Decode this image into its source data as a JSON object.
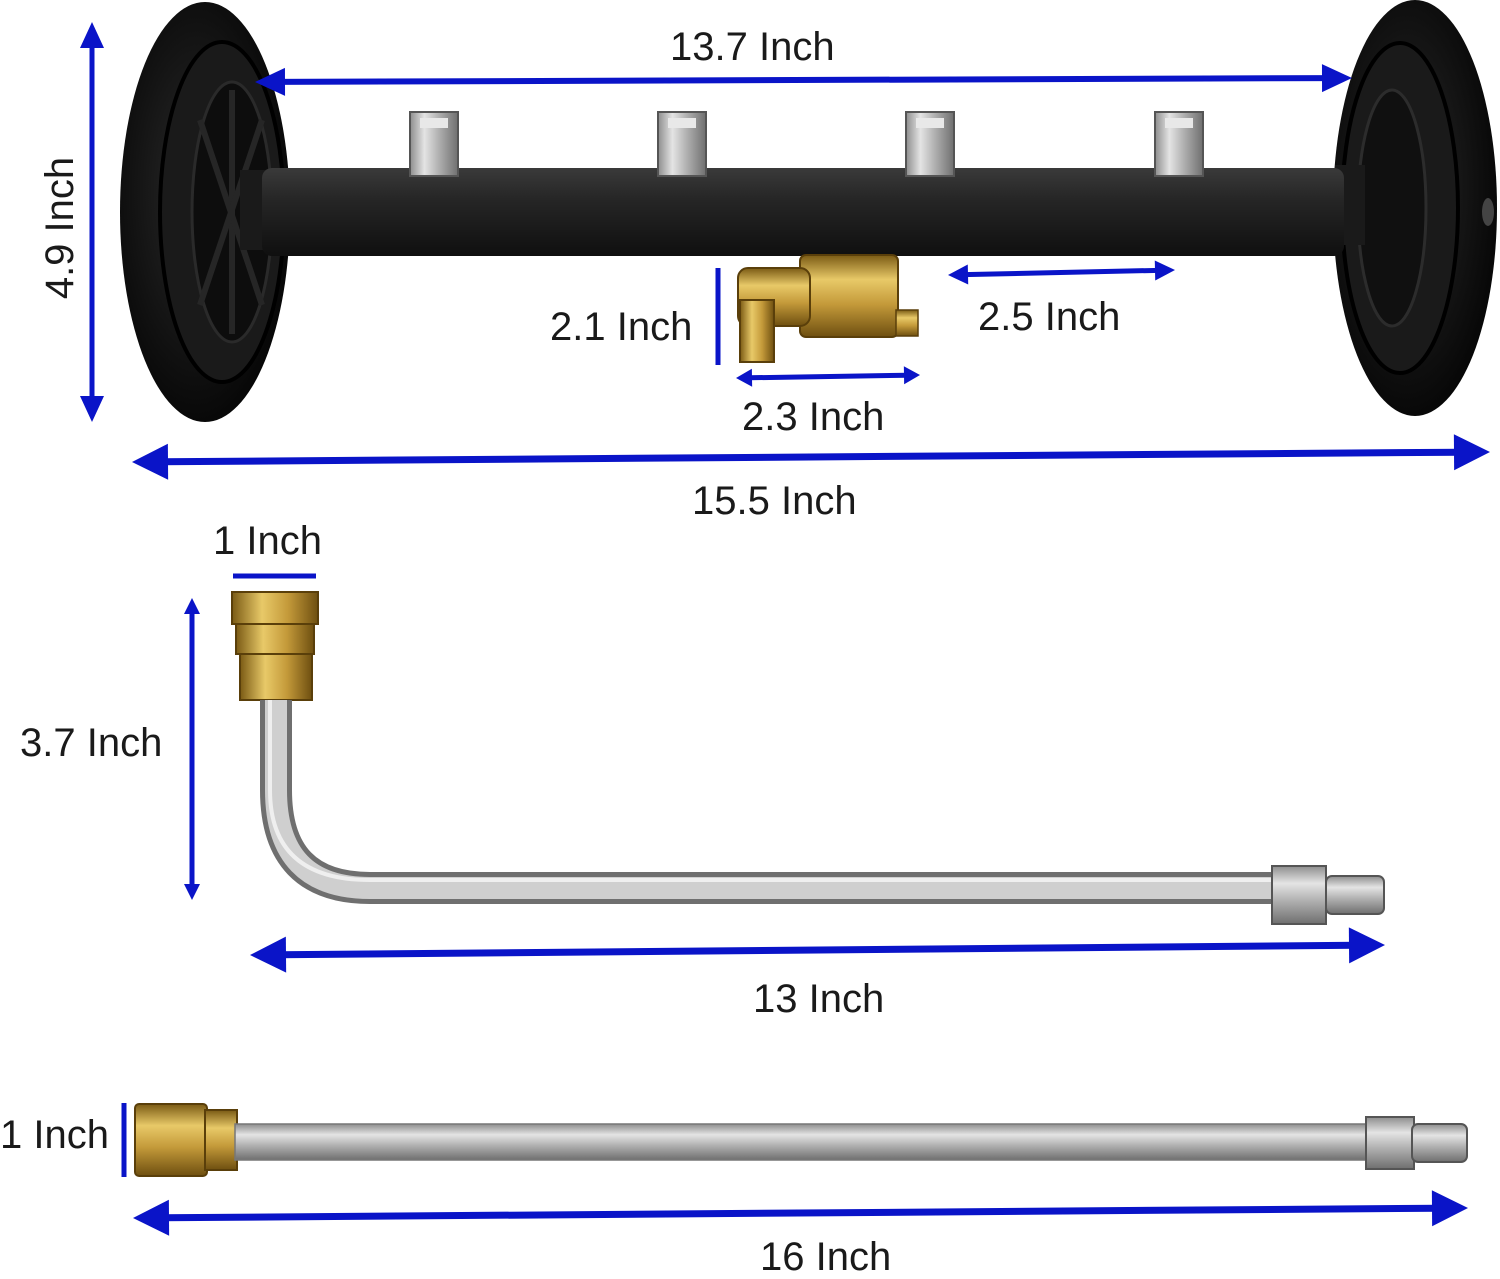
{
  "colors": {
    "arrow": "#0a14c8",
    "bar": "#1c1c1c",
    "wheel": "#111111",
    "brass": "#c9a441",
    "steel": "#b9b9b9"
  },
  "dimensions": {
    "bar_length": "13.7 Inch",
    "height": "4.9 Inch",
    "inlet_height": "2.1 Inch",
    "nozzle_spacing": "2.5 Inch",
    "inlet_width": "2.3 Inch",
    "overall_width": "15.5 Inch",
    "coupler_width": "1 Inch",
    "bent_wand_height": "3.7 Inch",
    "bent_wand_length": "13 Inch",
    "straight_coupler_height": "1 Inch",
    "straight_wand_length": "16 Inch"
  },
  "icons": [
    "wheel-icon",
    "spray-bar",
    "nozzle-icon",
    "brass-inlet",
    "quick-connect-coupler",
    "bent-wand",
    "straight-wand"
  ]
}
